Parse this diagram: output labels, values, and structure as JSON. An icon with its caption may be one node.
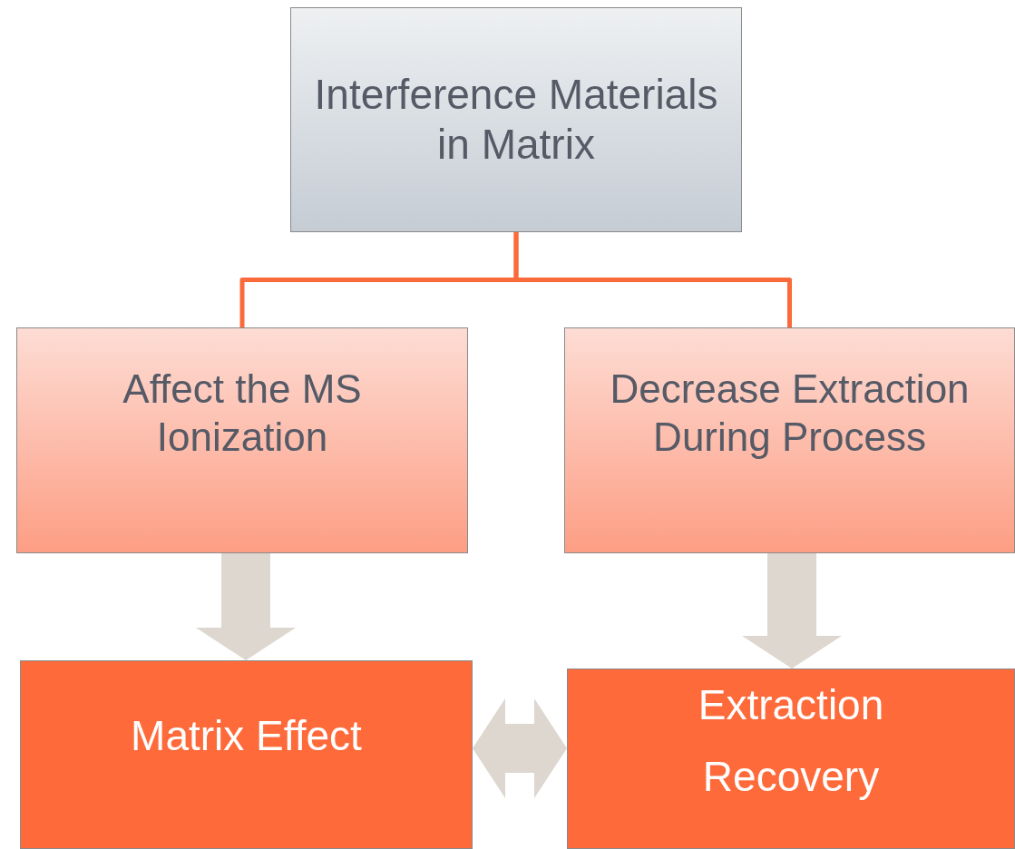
{
  "diagram": {
    "nodes": [
      {
        "text": [
          "Interference Materials in Matrix"
        ]
      },
      {
        "text": [
          "Affect the MS Ionization"
        ]
      },
      {
        "text": [
          "Decrease Extraction During Process"
        ]
      },
      {
        "text": [
          "Matrix Effect"
        ]
      },
      {
        "text": [
          "Extraction Recovery"
        ]
      }
    ],
    "edges": [
      {
        "from": 0,
        "to": 1,
        "arrow": "none",
        "color": "#fa6a3a"
      },
      {
        "from": 0,
        "to": 2,
        "arrow": "none",
        "color": "#fa6a3a"
      },
      {
        "from": 1,
        "to": 3,
        "arrow": "to"
      },
      {
        "from": 2,
        "to": 4,
        "arrow": "to"
      },
      {
        "from": 3,
        "to": 4,
        "arrow": "both"
      }
    ]
  }
}
